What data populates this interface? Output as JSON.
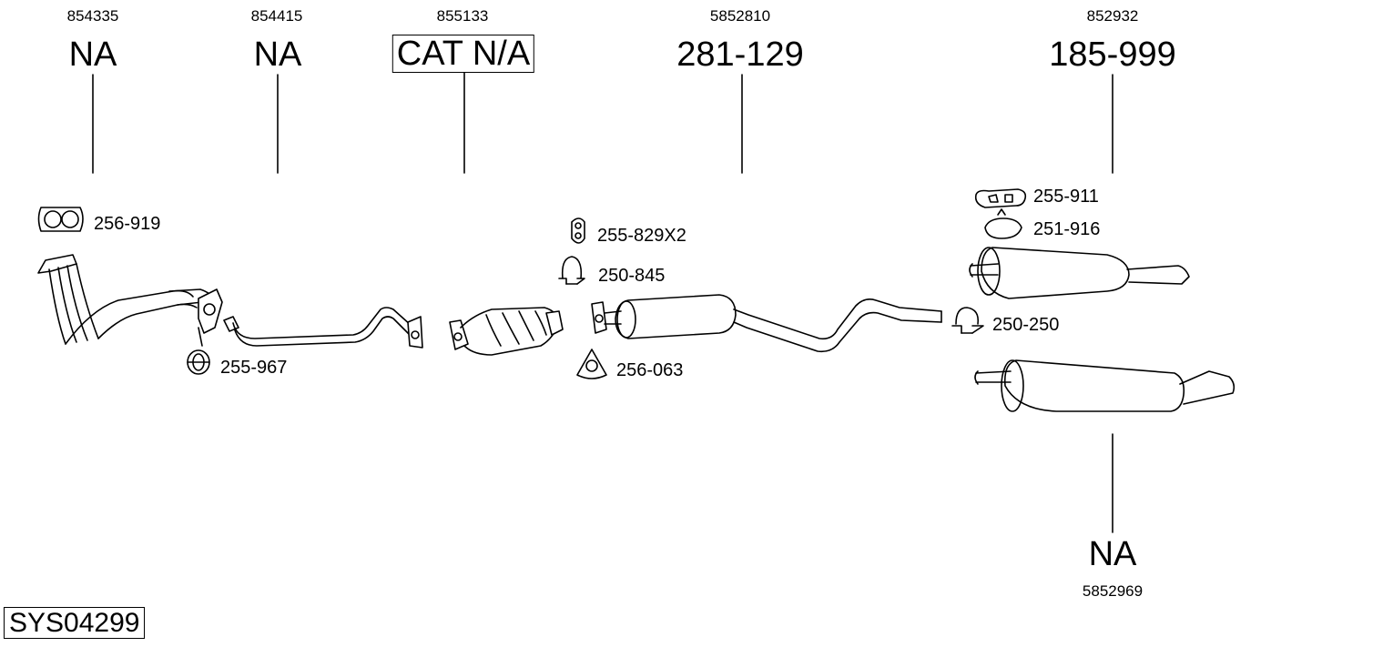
{
  "columns": [
    {
      "ref": "854335",
      "code": "NA"
    },
    {
      "ref": "854415",
      "code": "NA"
    },
    {
      "ref": "855133",
      "code": "CAT N/A"
    },
    {
      "ref": "5852810",
      "code": "281-129"
    },
    {
      "ref": "852932",
      "code": "185-999"
    }
  ],
  "bottom_part": {
    "ref": "5852969",
    "code": "NA"
  },
  "accessories": [
    {
      "code": "256-919"
    },
    {
      "code": "255-967"
    },
    {
      "code": "255-829X2"
    },
    {
      "code": "250-845"
    },
    {
      "code": "256-063"
    },
    {
      "code": "255-911"
    },
    {
      "code": "251-916"
    },
    {
      "code": "250-250"
    }
  ],
  "system_id": "SYS04299"
}
